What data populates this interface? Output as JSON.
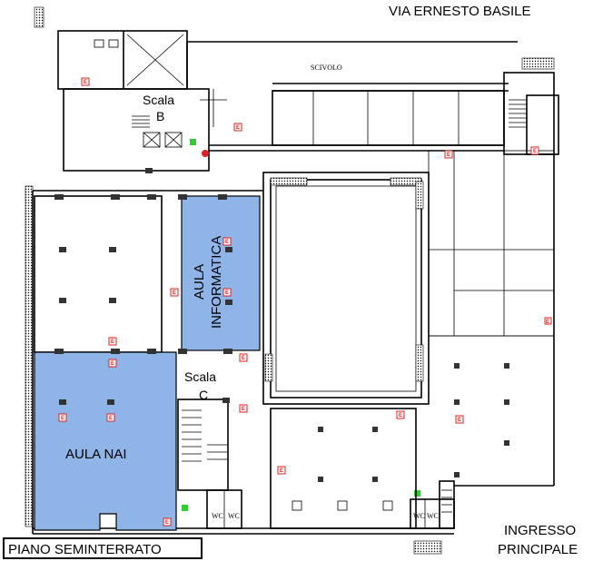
{
  "street_label": "VIA ERNESTO BASILE",
  "scivolo_label": "SCIVOLO",
  "scala_b": {
    "line1": "Scala",
    "line2": "B"
  },
  "scala_c": {
    "line1": "Scala",
    "line2": "C"
  },
  "aula_informatica": {
    "line1": "AULA",
    "line2": "INFORMATICA",
    "color": "#8fb4e8"
  },
  "aula_nai": {
    "label": "AULA NAI",
    "color": "#8fb4e8"
  },
  "entrance": {
    "line1": "INGRESSO",
    "line2": "PRINCIPALE"
  },
  "floor_title": "PIANO SEMINTERRATO",
  "wc_label": "WC",
  "emergency_marker": "E"
}
